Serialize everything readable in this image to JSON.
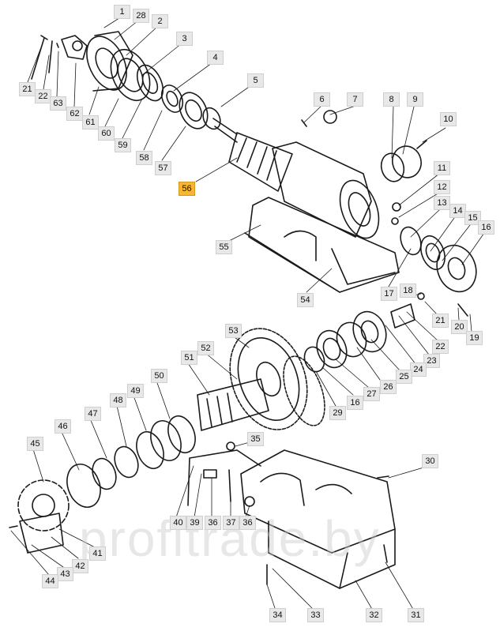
{
  "watermark": "profitrade.by",
  "highlight_color": "#f7b733",
  "callouts": [
    {
      "id": "c1",
      "text": "1"
    },
    {
      "id": "c28",
      "text": "28"
    },
    {
      "id": "c2",
      "text": "2"
    },
    {
      "id": "c3",
      "text": "3"
    },
    {
      "id": "c4",
      "text": "4"
    },
    {
      "id": "c5",
      "text": "5"
    },
    {
      "id": "c6",
      "text": "6"
    },
    {
      "id": "c7",
      "text": "7"
    },
    {
      "id": "c8",
      "text": "8"
    },
    {
      "id": "c9",
      "text": "9"
    },
    {
      "id": "c10",
      "text": "10"
    },
    {
      "id": "c11",
      "text": "11"
    },
    {
      "id": "c12",
      "text": "12"
    },
    {
      "id": "c13",
      "text": "13"
    },
    {
      "id": "c14",
      "text": "14"
    },
    {
      "id": "c15",
      "text": "15"
    },
    {
      "id": "c16",
      "text": "16"
    },
    {
      "id": "c21a",
      "text": "21"
    },
    {
      "id": "c22a",
      "text": "22"
    },
    {
      "id": "c63",
      "text": "63"
    },
    {
      "id": "c62",
      "text": "62"
    },
    {
      "id": "c61",
      "text": "61"
    },
    {
      "id": "c60",
      "text": "60"
    },
    {
      "id": "c59",
      "text": "59"
    },
    {
      "id": "c58",
      "text": "58"
    },
    {
      "id": "c57",
      "text": "57"
    },
    {
      "id": "c56",
      "text": "56",
      "highlight": true
    },
    {
      "id": "c55",
      "text": "55"
    },
    {
      "id": "c54",
      "text": "54"
    },
    {
      "id": "c17",
      "text": "17"
    },
    {
      "id": "c18",
      "text": "18"
    },
    {
      "id": "c21b",
      "text": "21"
    },
    {
      "id": "c20",
      "text": "20"
    },
    {
      "id": "c19",
      "text": "19"
    },
    {
      "id": "c22b",
      "text": "22"
    },
    {
      "id": "c23",
      "text": "23"
    },
    {
      "id": "c24",
      "text": "24"
    },
    {
      "id": "c25",
      "text": "25"
    },
    {
      "id": "c26",
      "text": "26"
    },
    {
      "id": "c27",
      "text": "27"
    },
    {
      "id": "c16b",
      "text": "16"
    },
    {
      "id": "c29",
      "text": "29"
    },
    {
      "id": "c53",
      "text": "53"
    },
    {
      "id": "c52",
      "text": "52"
    },
    {
      "id": "c51",
      "text": "51"
    },
    {
      "id": "c50",
      "text": "50"
    },
    {
      "id": "c49",
      "text": "49"
    },
    {
      "id": "c48",
      "text": "48"
    },
    {
      "id": "c47",
      "text": "47"
    },
    {
      "id": "c46",
      "text": "46"
    },
    {
      "id": "c45",
      "text": "45"
    },
    {
      "id": "c35",
      "text": "35"
    },
    {
      "id": "c30",
      "text": "30"
    },
    {
      "id": "c40",
      "text": "40"
    },
    {
      "id": "c39",
      "text": "39"
    },
    {
      "id": "c36a",
      "text": "36"
    },
    {
      "id": "c37",
      "text": "37"
    },
    {
      "id": "c36b",
      "text": "36"
    },
    {
      "id": "c41",
      "text": "41"
    },
    {
      "id": "c42",
      "text": "42"
    },
    {
      "id": "c43",
      "text": "43"
    },
    {
      "id": "c44",
      "text": "44"
    },
    {
      "id": "c34",
      "text": "34"
    },
    {
      "id": "c33",
      "text": "33"
    },
    {
      "id": "c32",
      "text": "32"
    },
    {
      "id": "c31",
      "text": "31"
    }
  ]
}
